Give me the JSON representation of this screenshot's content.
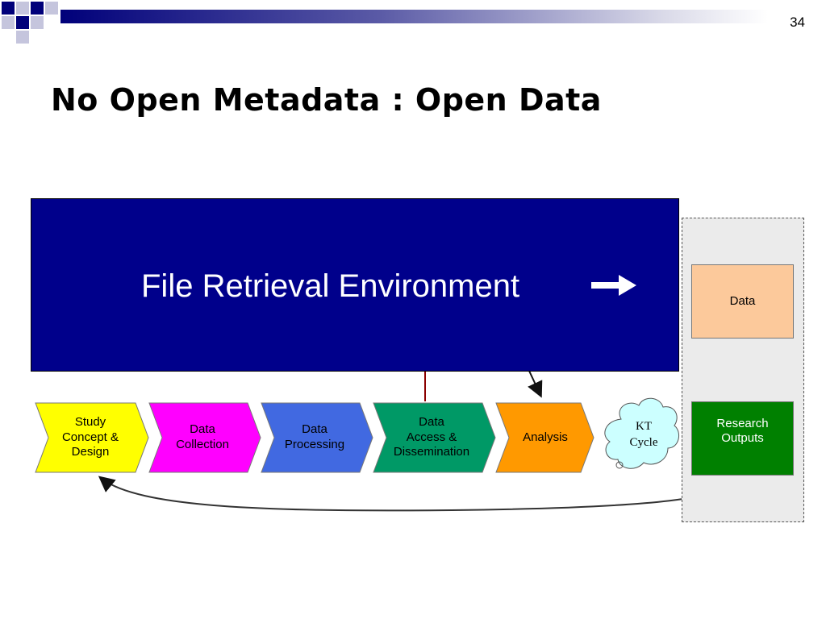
{
  "slide": {
    "page_number": "34",
    "title": "No Open Metadata : Open Data"
  },
  "overlay": {
    "text": "File Retrieval Environment",
    "arrow_icon": "right-arrow-icon"
  },
  "side_panel": {
    "data_label": "Data",
    "research_label": "Research\nOutputs"
  },
  "stages": [
    {
      "label": "Study\nConcept &\nDesign",
      "color": "#ffff00",
      "text_color": "#000000"
    },
    {
      "label": "Data\nCollection",
      "color": "#ff00ff",
      "text_color": "#000000"
    },
    {
      "label": "Data\nProcessing",
      "color": "#4169e1",
      "text_color": "#000000"
    },
    {
      "label": "Data\nAccess &\nDissemination",
      "color": "#009966",
      "text_color": "#000000"
    },
    {
      "label": "Analysis",
      "color": "#ff9900",
      "text_color": "#000000"
    }
  ],
  "cloud": {
    "label": "KT\nCycle",
    "color": "#ccffff"
  },
  "colors": {
    "top_bar": "#00007a",
    "overlay": "#00008b",
    "connector": "#8b0000"
  }
}
